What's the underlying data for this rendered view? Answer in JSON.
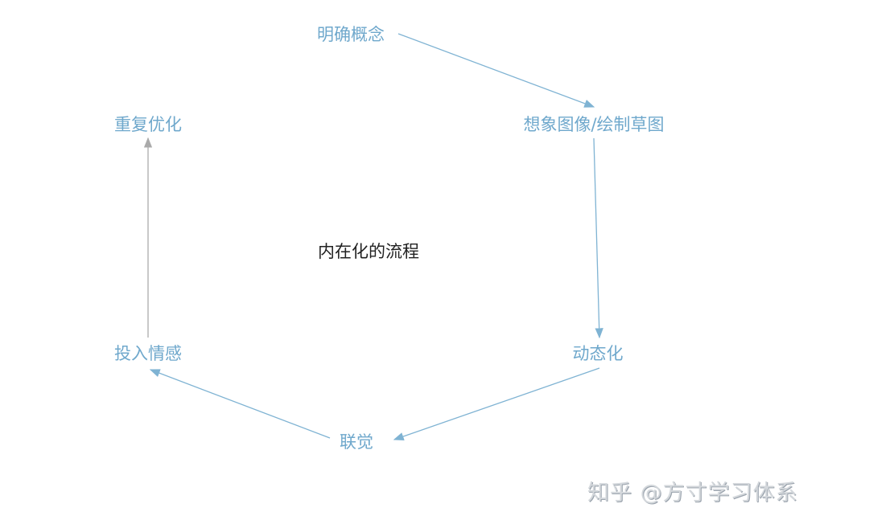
{
  "title": "内在化的流程",
  "nodes": {
    "n1": "明确概念",
    "n2": "想象图像/绘制草图",
    "n3": "动态化",
    "n4": "联觉",
    "n5": "投入情感",
    "n6": "重复优化"
  },
  "watermark": "知乎 @方寸学习体系",
  "colors": {
    "node": "#6fa8cc",
    "arrow": "#7fb3d3",
    "arrow_gray": "#b0b0b0"
  }
}
